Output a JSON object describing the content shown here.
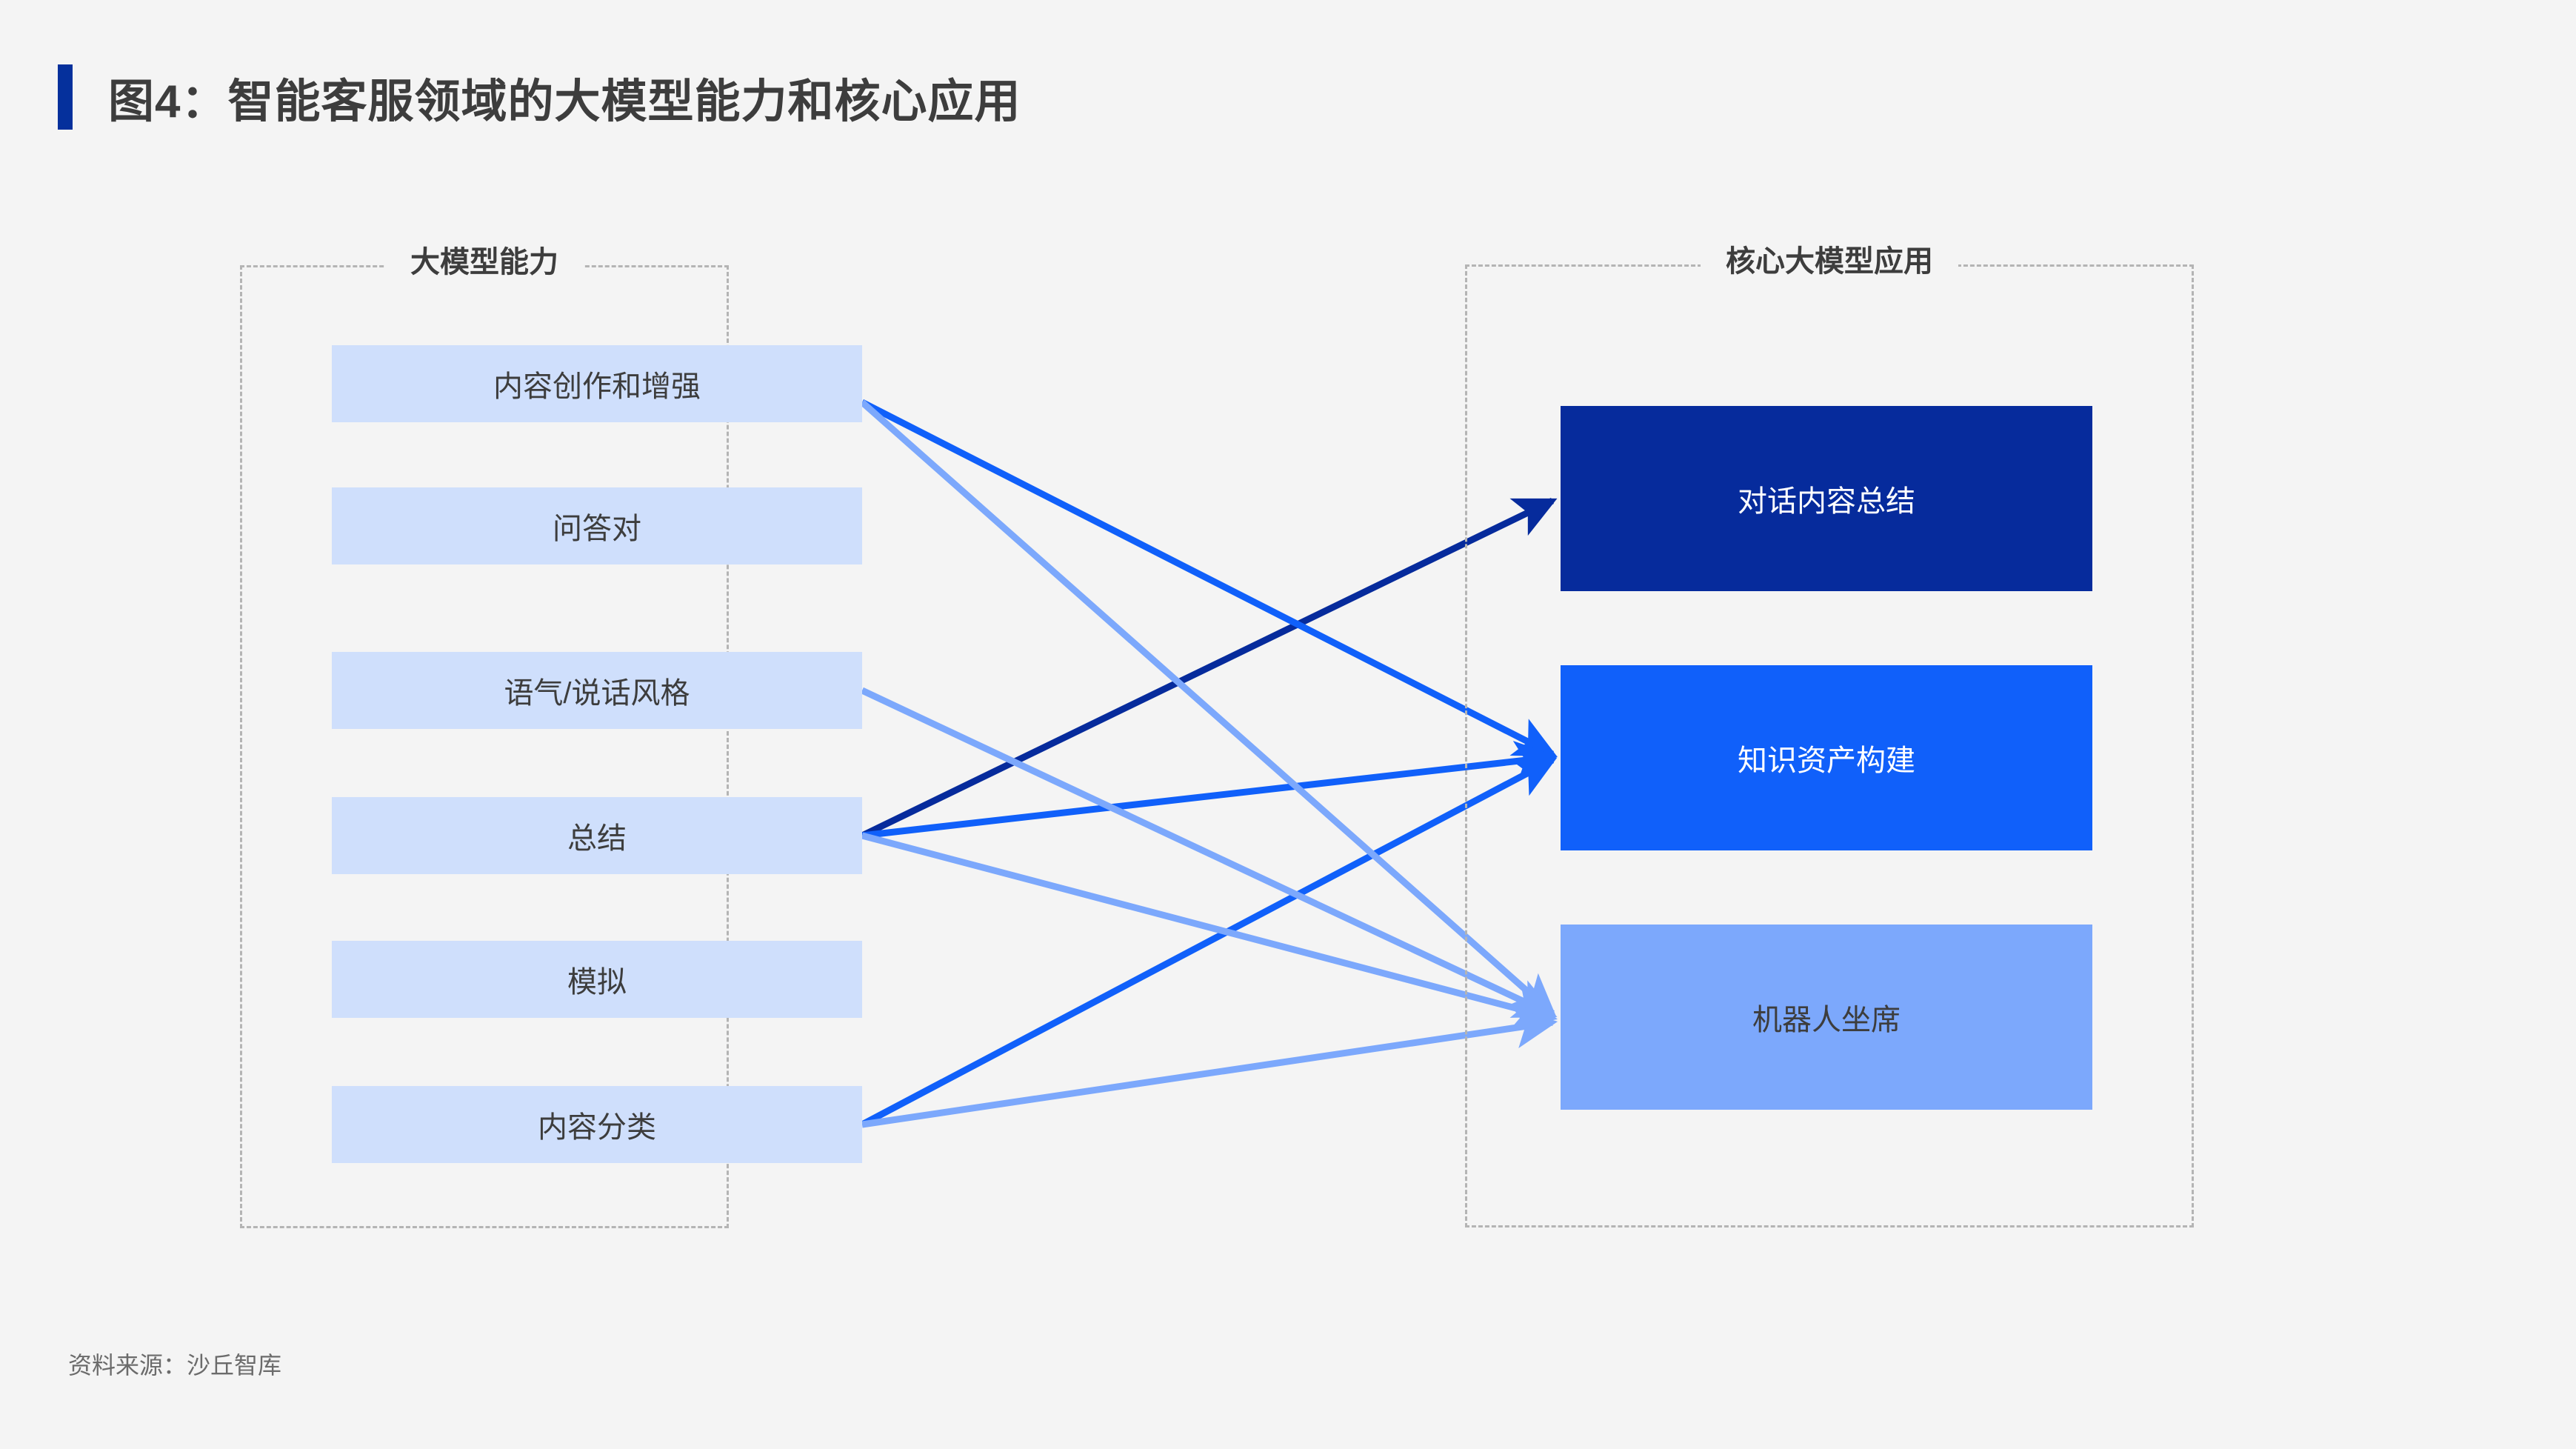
{
  "page": {
    "title": "图4：智能客服领域的大模型能力和核心应用",
    "accent_color": "#05309c",
    "background_color": "#f4f4f4",
    "source_note": "资料来源：沙丘智库"
  },
  "diagram": {
    "type": "two-column-mapping",
    "left_group": {
      "title": "大模型能力",
      "box_fill": "#cfdffc",
      "text_color": "#3d3d3d",
      "items": [
        {
          "id": "cap1",
          "label": "内容创作和增强"
        },
        {
          "id": "cap2",
          "label": "问答对"
        },
        {
          "id": "cap3",
          "label": "语气/说话风格"
        },
        {
          "id": "cap4",
          "label": "总结"
        },
        {
          "id": "cap5",
          "label": "模拟"
        },
        {
          "id": "cap6",
          "label": "内容分类"
        }
      ]
    },
    "right_group": {
      "title": "核心大模型应用",
      "items": [
        {
          "id": "app1",
          "label": "对话内容总结",
          "fill": "#062b9c",
          "text_color": "#ffffff"
        },
        {
          "id": "app2",
          "label": "知识资产构建",
          "fill": "#1060fa",
          "text_color": "#ffffff"
        },
        {
          "id": "app3",
          "label": "机器人坐席",
          "fill": "#7ca8fc",
          "text_color": "#3d3d3d"
        }
      ]
    },
    "connections": [
      {
        "from": "cap4",
        "to": "app1",
        "color": "#062b9c"
      },
      {
        "from": "cap1",
        "to": "app2",
        "color": "#1060fa"
      },
      {
        "from": "cap4",
        "to": "app2",
        "color": "#1060fa"
      },
      {
        "from": "cap6",
        "to": "app2",
        "color": "#1060fa"
      },
      {
        "from": "cap1",
        "to": "app3",
        "color": "#7ca8fc"
      },
      {
        "from": "cap3",
        "to": "app3",
        "color": "#7ca8fc"
      },
      {
        "from": "cap4",
        "to": "app3",
        "color": "#7ca8fc"
      },
      {
        "from": "cap6",
        "to": "app3",
        "color": "#7ca8fc"
      }
    ]
  }
}
